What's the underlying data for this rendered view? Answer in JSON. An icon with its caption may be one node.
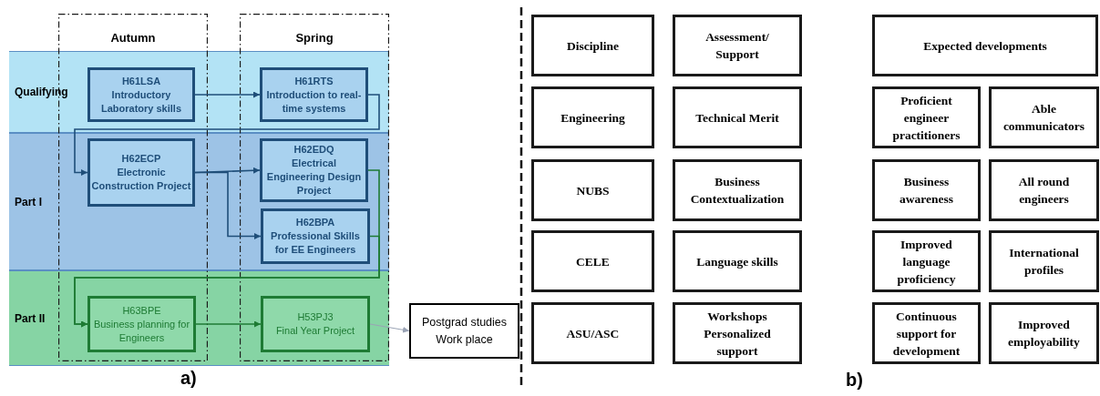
{
  "diagram": {
    "nodes": [
      {
        "text": [
          "Qualifying"
        ]
      },
      {
        "text": [
          "Part I"
        ]
      },
      {
        "text": [
          "Part II"
        ]
      },
      {
        "text": [
          "H61LSA",
          "Introductory Laboratory skills"
        ],
        "in": 0
      },
      {
        "text": [
          "H61RTS",
          "Introduction to real-time systems"
        ],
        "in": 0
      },
      {
        "text": [
          "H62ECP",
          "Electronic Construction Project"
        ],
        "in": 1
      },
      {
        "text": [
          "H62EDQ",
          "Electrical Engineering Design Project"
        ],
        "in": 1
      },
      {
        "text": [
          "H62BPA",
          "Professional Skills for EE Engineers"
        ],
        "in": 1
      },
      {
        "text": [
          "H63BPE",
          "Business planning for Engineers"
        ],
        "in": 2
      },
      {
        "text": [
          "H53PJ3",
          "Final Year Project"
        ],
        "in": 2
      },
      {
        "text": [
          "Postgrad studies",
          "Work place"
        ]
      },
      {
        "text": [
          "Discipline"
        ]
      },
      {
        "text": [
          "Assessment/ Support"
        ]
      },
      {
        "text": [
          "Expected developments"
        ]
      },
      {
        "text": [
          "Engineering"
        ]
      },
      {
        "text": [
          "Technical Merit"
        ]
      },
      {
        "text": [
          "Proficient engineer practitioners"
        ]
      },
      {
        "text": [
          "Able communicators"
        ]
      },
      {
        "text": [
          "NUBS"
        ]
      },
      {
        "text": [
          "Business Contextualization"
        ]
      },
      {
        "text": [
          "Business awareness"
        ]
      },
      {
        "text": [
          "All round engineers"
        ]
      },
      {
        "text": [
          "CELE"
        ]
      },
      {
        "text": [
          "Language skills"
        ]
      },
      {
        "text": [
          "Improved language proficiency"
        ]
      },
      {
        "text": [
          "International profiles"
        ]
      },
      {
        "text": [
          "ASU/ASC"
        ]
      },
      {
        "text": [
          "Workshops Personalized support"
        ]
      },
      {
        "text": [
          "Continuous support for development"
        ]
      },
      {
        "text": [
          "Improved employability"
        ]
      }
    ],
    "edges": [
      {
        "from": 3,
        "to": 4,
        "arrow": "to"
      },
      {
        "from": 4,
        "to": 5,
        "arrow": "to"
      },
      {
        "from": 5,
        "to": 6,
        "arrow": "to"
      },
      {
        "from": 5,
        "to": 7,
        "arrow": "to"
      },
      {
        "from": 6,
        "to": 8,
        "arrow": "to",
        "color": "#1e7b34"
      },
      {
        "from": 7,
        "to": 8,
        "arrow": "to",
        "color": "#1e7b34"
      },
      {
        "from": 8,
        "to": 9,
        "arrow": "to",
        "color": "#1e7b34"
      },
      {
        "from": 9,
        "to": 10,
        "arrow": "to",
        "color": "#9aa3b5"
      }
    ],
    "labels": [
      "Autumn",
      "Spring",
      "a)",
      "b)"
    ]
  }
}
